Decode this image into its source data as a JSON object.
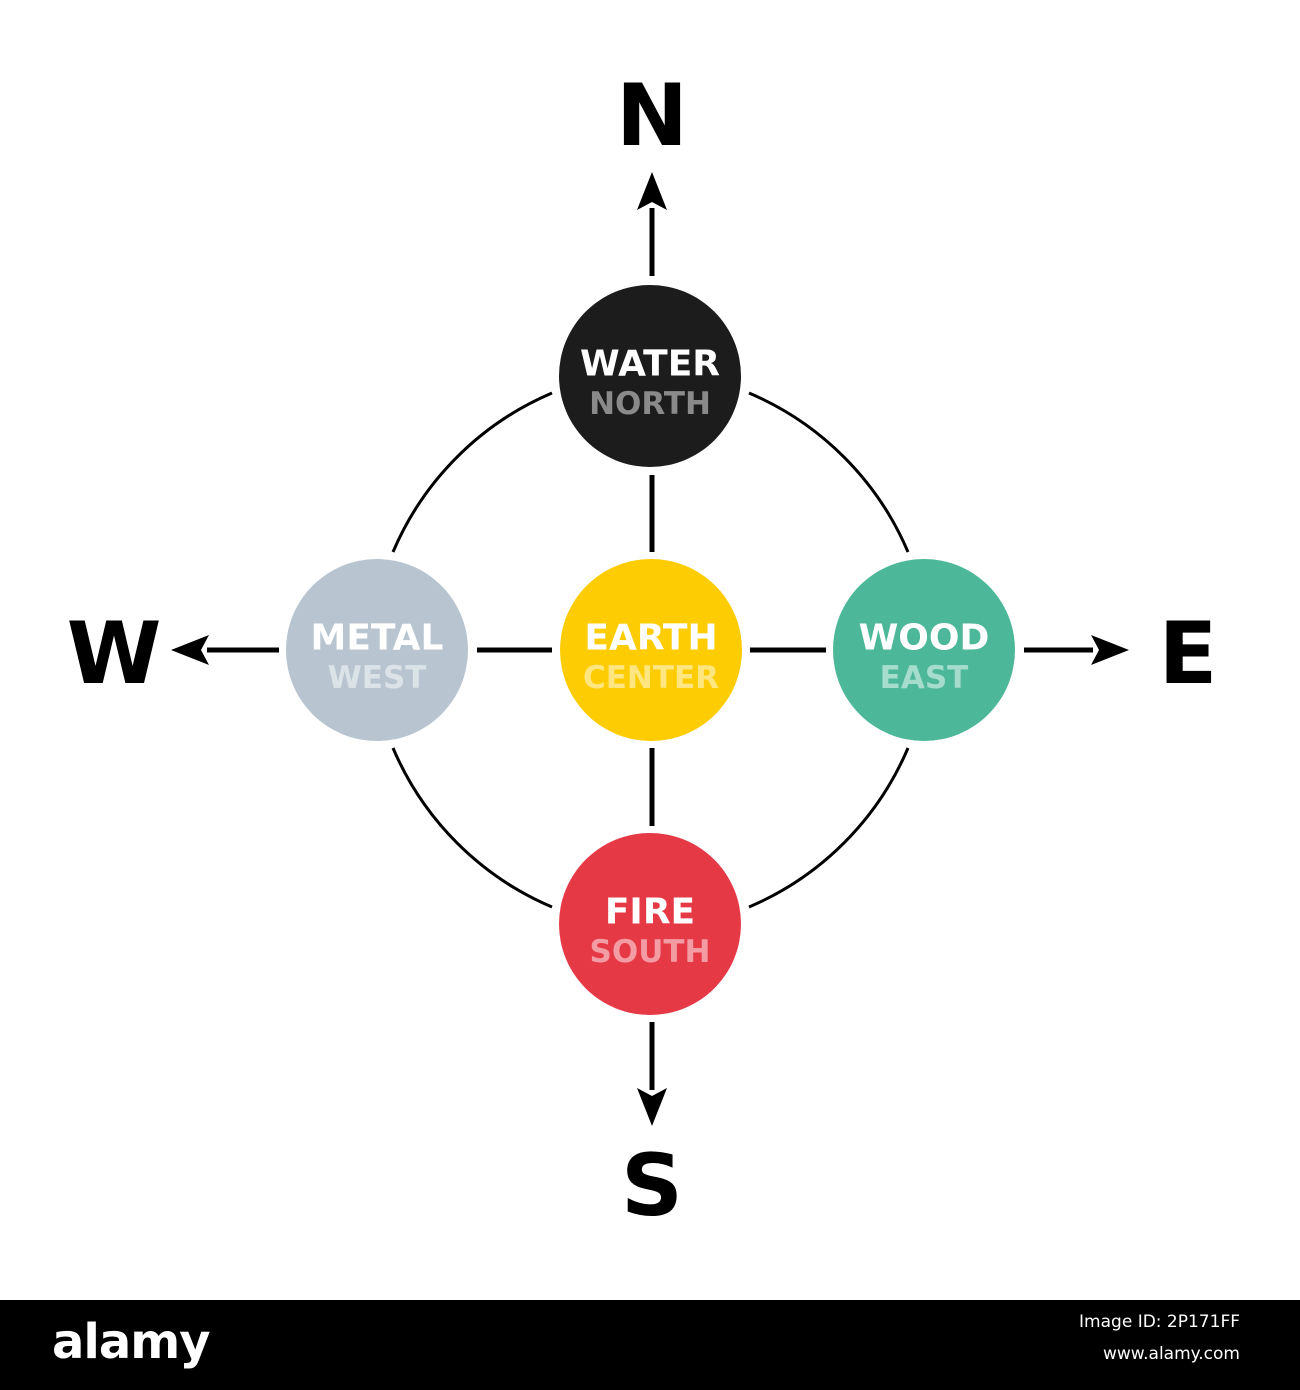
{
  "compass": {
    "north": "N",
    "south": "S",
    "east": "E",
    "west": "W"
  },
  "elements": {
    "water": {
      "name": "WATER",
      "direction": "NORTH",
      "color": "#1c1c1c",
      "direction_color": "#8a8a8a"
    },
    "earth": {
      "name": "EARTH",
      "direction": "CENTER",
      "color": "#fecc02",
      "direction_color": "#ffe680"
    },
    "wood": {
      "name": "WOOD",
      "direction": "EAST",
      "color": "#4db899",
      "direction_color": "#a6dccc"
    },
    "metal": {
      "name": "METAL",
      "direction": "WEST",
      "color": "#b8c5d0",
      "direction_color": "#dbe2e8"
    },
    "fire": {
      "name": "FIRE",
      "direction": "SOUTH",
      "color": "#e63946",
      "direction_color": "#f39ca3"
    }
  },
  "footer": {
    "brand": "alamy",
    "image_id": "Image ID: 2P171FF",
    "url": "www.alamy.com"
  }
}
